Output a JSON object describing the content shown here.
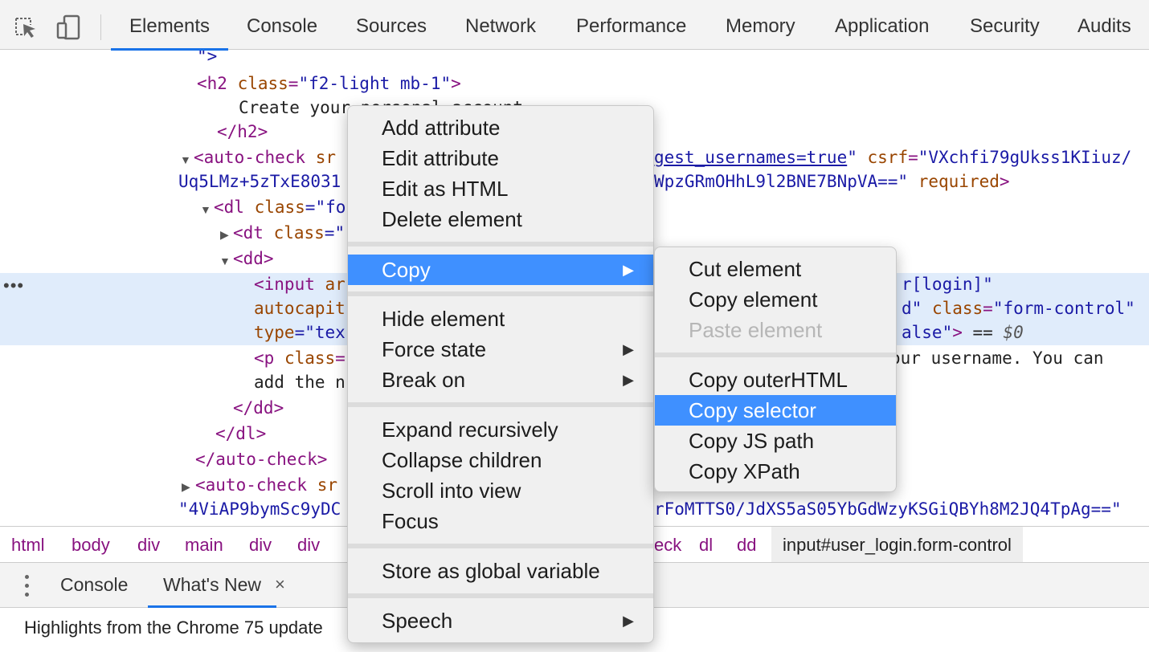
{
  "toolbar": {
    "tabs": [
      "Elements",
      "Console",
      "Sources",
      "Network",
      "Performance",
      "Memory",
      "Application",
      "Security",
      "Audits"
    ],
    "active_tab": "Elements"
  },
  "tree": {
    "l0": "\">",
    "l1_tag": "<h2 ",
    "l1_attr": "class",
    "l1_eq": "=",
    "l1_val": "\"f2-light mb-1\"",
    "l1_close": ">",
    "l2": "Create your personal account",
    "l3": "</h2>",
    "l4_tag": "<auto-check ",
    "l4_attr": "sr",
    "l4_link": "gest_usernames=true",
    "l4_q": "\" ",
    "l4_attr2": "csrf",
    "l4_eq": "=",
    "l4_val2": "\"VXchfi79gUkss1KIiuz/",
    "l5_a": "Uq5LMz+5zTxE8031",
    "l5_b": "WpzGRmOHhL9l2BNE7BNpVA==\" ",
    "l5_attr": "required",
    "l5_close": ">",
    "l6_tag": "<dl ",
    "l6_attr": "class",
    "l6_val": "=\"fo",
    "l7_tag": "<dt ",
    "l7_attr": "class",
    "l7_val": "=\"",
    "l8": "<dd>",
    "l9_tag": "<input ",
    "l9_attr": "ar",
    "l9_val": "r[login]\"",
    "l10_attr": "autocapit",
    "l10_b": "d\" ",
    "l10_attr2": "class",
    "l10_eq": "=",
    "l10_val2": "\"form-control\"",
    "l11_attr": "type",
    "l11_val": "=\"tex",
    "l11_b": "alse\"",
    "l11_close": ">",
    "l11_eqsign": " == ",
    "l11_dollar": "$0",
    "l12_tag": "<p ",
    "l12_attr": "class",
    "l12_val": "=",
    "l12_b": "our username. You can",
    "l13": "add the n",
    "l14": "</dd>",
    "l15": "</dl>",
    "l16": "</auto-check>",
    "l17_tag": "<auto-check ",
    "l17_attr": "sr",
    "l18_a": "\"4ViAP9bymSc9yDC",
    "l18_b": "rFoMTTS0/JdXS5aS05YbGdWzyKSGiQBYh8M2JQ4TpAg==\""
  },
  "breadcrumb": {
    "items": [
      "html",
      "body",
      "div",
      "main",
      "div",
      "div",
      "eck",
      "dl",
      "dd"
    ],
    "current": "input#user_login.form-control"
  },
  "drawer": {
    "tabs": [
      "Console",
      "What's New"
    ],
    "close_glyph": "×",
    "text": "Highlights from the Chrome 75 update"
  },
  "context_menu": {
    "items": [
      "Add attribute",
      "Edit attribute",
      "Edit as HTML",
      "Delete element",
      "Copy",
      "Hide element",
      "Force state",
      "Break on",
      "Expand recursively",
      "Collapse children",
      "Scroll into view",
      "Focus",
      "Store as global variable",
      "Speech"
    ],
    "highlighted": "Copy"
  },
  "copy_submenu": {
    "items": [
      "Cut element",
      "Copy element",
      "Paste element",
      "Copy outerHTML",
      "Copy selector",
      "Copy JS path",
      "Copy XPath"
    ],
    "disabled": "Paste element",
    "highlighted": "Copy selector"
  },
  "arrow_glyph": "▶",
  "colors": {
    "accent": "#1a73e8",
    "menu_highlight": "#3f90ff",
    "tag": "#881280",
    "attr": "#994500",
    "value": "#1a1aa6",
    "selected_row": "#e0ecfb"
  }
}
